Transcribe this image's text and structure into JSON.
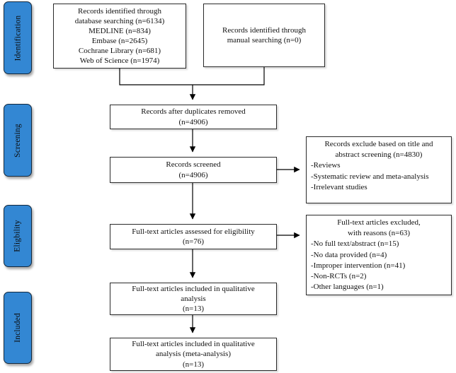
{
  "figure": {
    "type": "prisma-flow-diagram",
    "colors": {
      "stage_fill": "#3387D3",
      "box_border": "#2a2a2a",
      "arrow": "#000000"
    }
  },
  "stages": {
    "identification": "Identification",
    "screening": "Screening",
    "eligibility": "Eligbility",
    "included": "Included"
  },
  "boxes": {
    "database_search": "Records identified through\ndatabase searching (n=6134)\nMEDLINE (n=834)\nEmbase (n=2645)\nCochrane Library (n=681)\nWeb of Science (n=1974)",
    "manual_search": "Records identified through\nmanual searching (n=0)",
    "duplicates_removed": "Records after duplicates removed\n(n=4906)",
    "records_screened": "Records screened\n(n=4906)",
    "fulltext_assessed": "Full-text articles assessed for eligibility\n(n=76)",
    "qualitative_included": "Full-text articles included in qualitative\nanalysis\n(n=13)",
    "meta_analysis_included": "Full-text articles included in qualitative\nanalysis (meta-analysis)\n(n=13)",
    "title_abstract_excluded": {
      "title": "Records exclude based on title and\nabstract screening (n=4830)",
      "items": [
        "-Reviews",
        "-Systematic review and meta-analysis",
        "-Irrelevant studies"
      ]
    },
    "fulltext_excluded": {
      "title": "Full-text articles excluded,\nwith reasons (n=63)",
      "items": [
        "-No full text/abstract (n=15)",
        "-No data provided (n=4)",
        "-Improper intervention (n=41)",
        "-Non-RCTs (n=2)",
        "-Other languages (n=1)"
      ]
    }
  }
}
